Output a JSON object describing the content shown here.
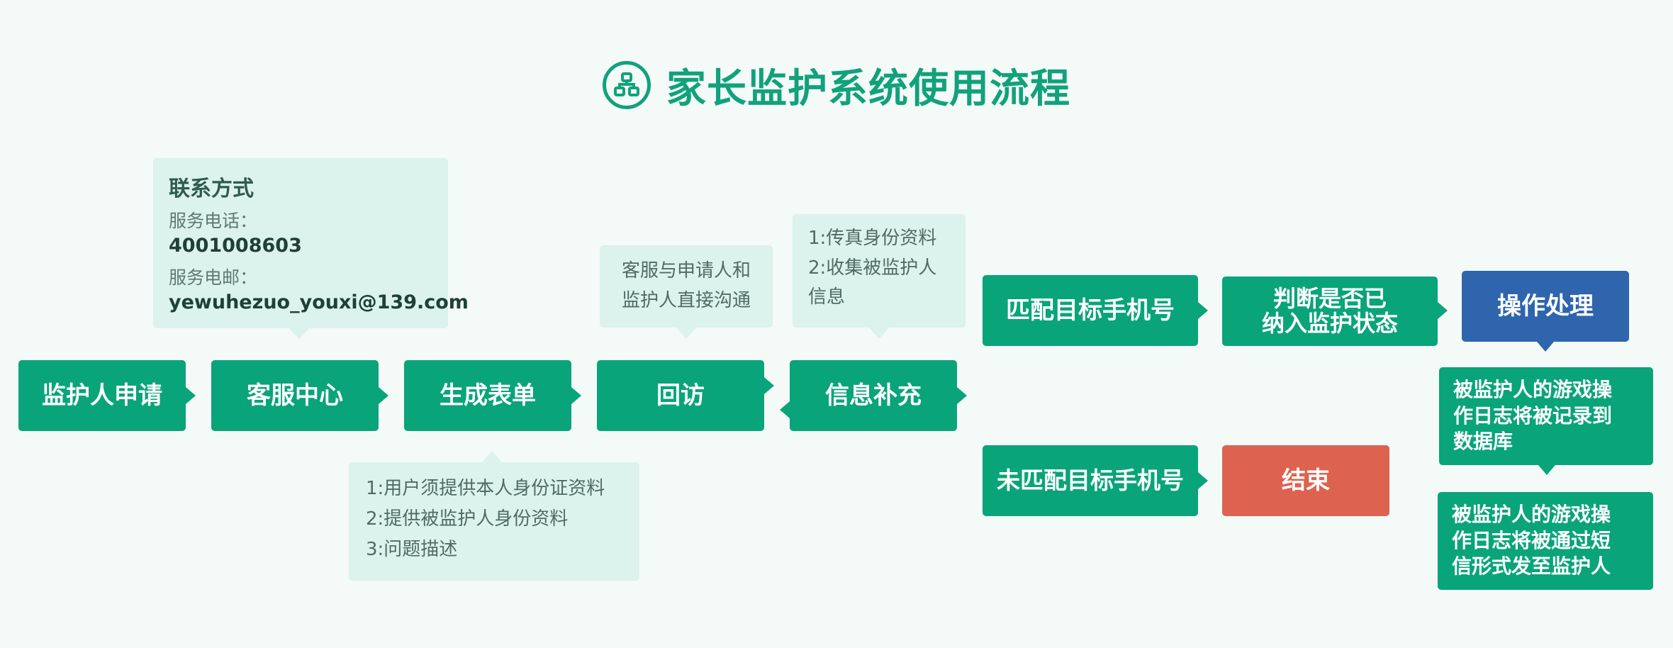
{
  "title": "家长监护系统使用流程",
  "icon": "org-chart-icon",
  "colors": {
    "primary": "#0aa47a",
    "note_bg": "#dcf2ec",
    "blue": "#2f65ad",
    "red": "#dd6250"
  },
  "steps": [
    "监护人申请",
    "客服中心",
    "生成表单",
    "回访",
    "信息补充"
  ],
  "contact": {
    "title": "联系方式",
    "phone_label": "服务电话：",
    "phone": "4001008603",
    "email_label": "服务电邮：",
    "email": "yewuhezuo_youxi@139.com"
  },
  "form_note": [
    "1:用户须提供本人身份证资料",
    "2:提供被监护人身份资料",
    "3:问题描述"
  ],
  "visit_note": "客服与申请人和\n监护人直接沟通",
  "supplement_note": [
    "1:传真身份资料",
    "2:收集被监护人\n   信息"
  ],
  "match": "匹配目标手机号",
  "judge": "判断是否已\n纳入监护状态",
  "operate": "操作处理",
  "no_match": "未匹配目标手机号",
  "end": "结束",
  "log_record": "被监护人的游戏操\n作日志将被记录到\n数据库",
  "log_sms": "被监护人的游戏操\n作日志将被通过短\n信形式发至监护人"
}
